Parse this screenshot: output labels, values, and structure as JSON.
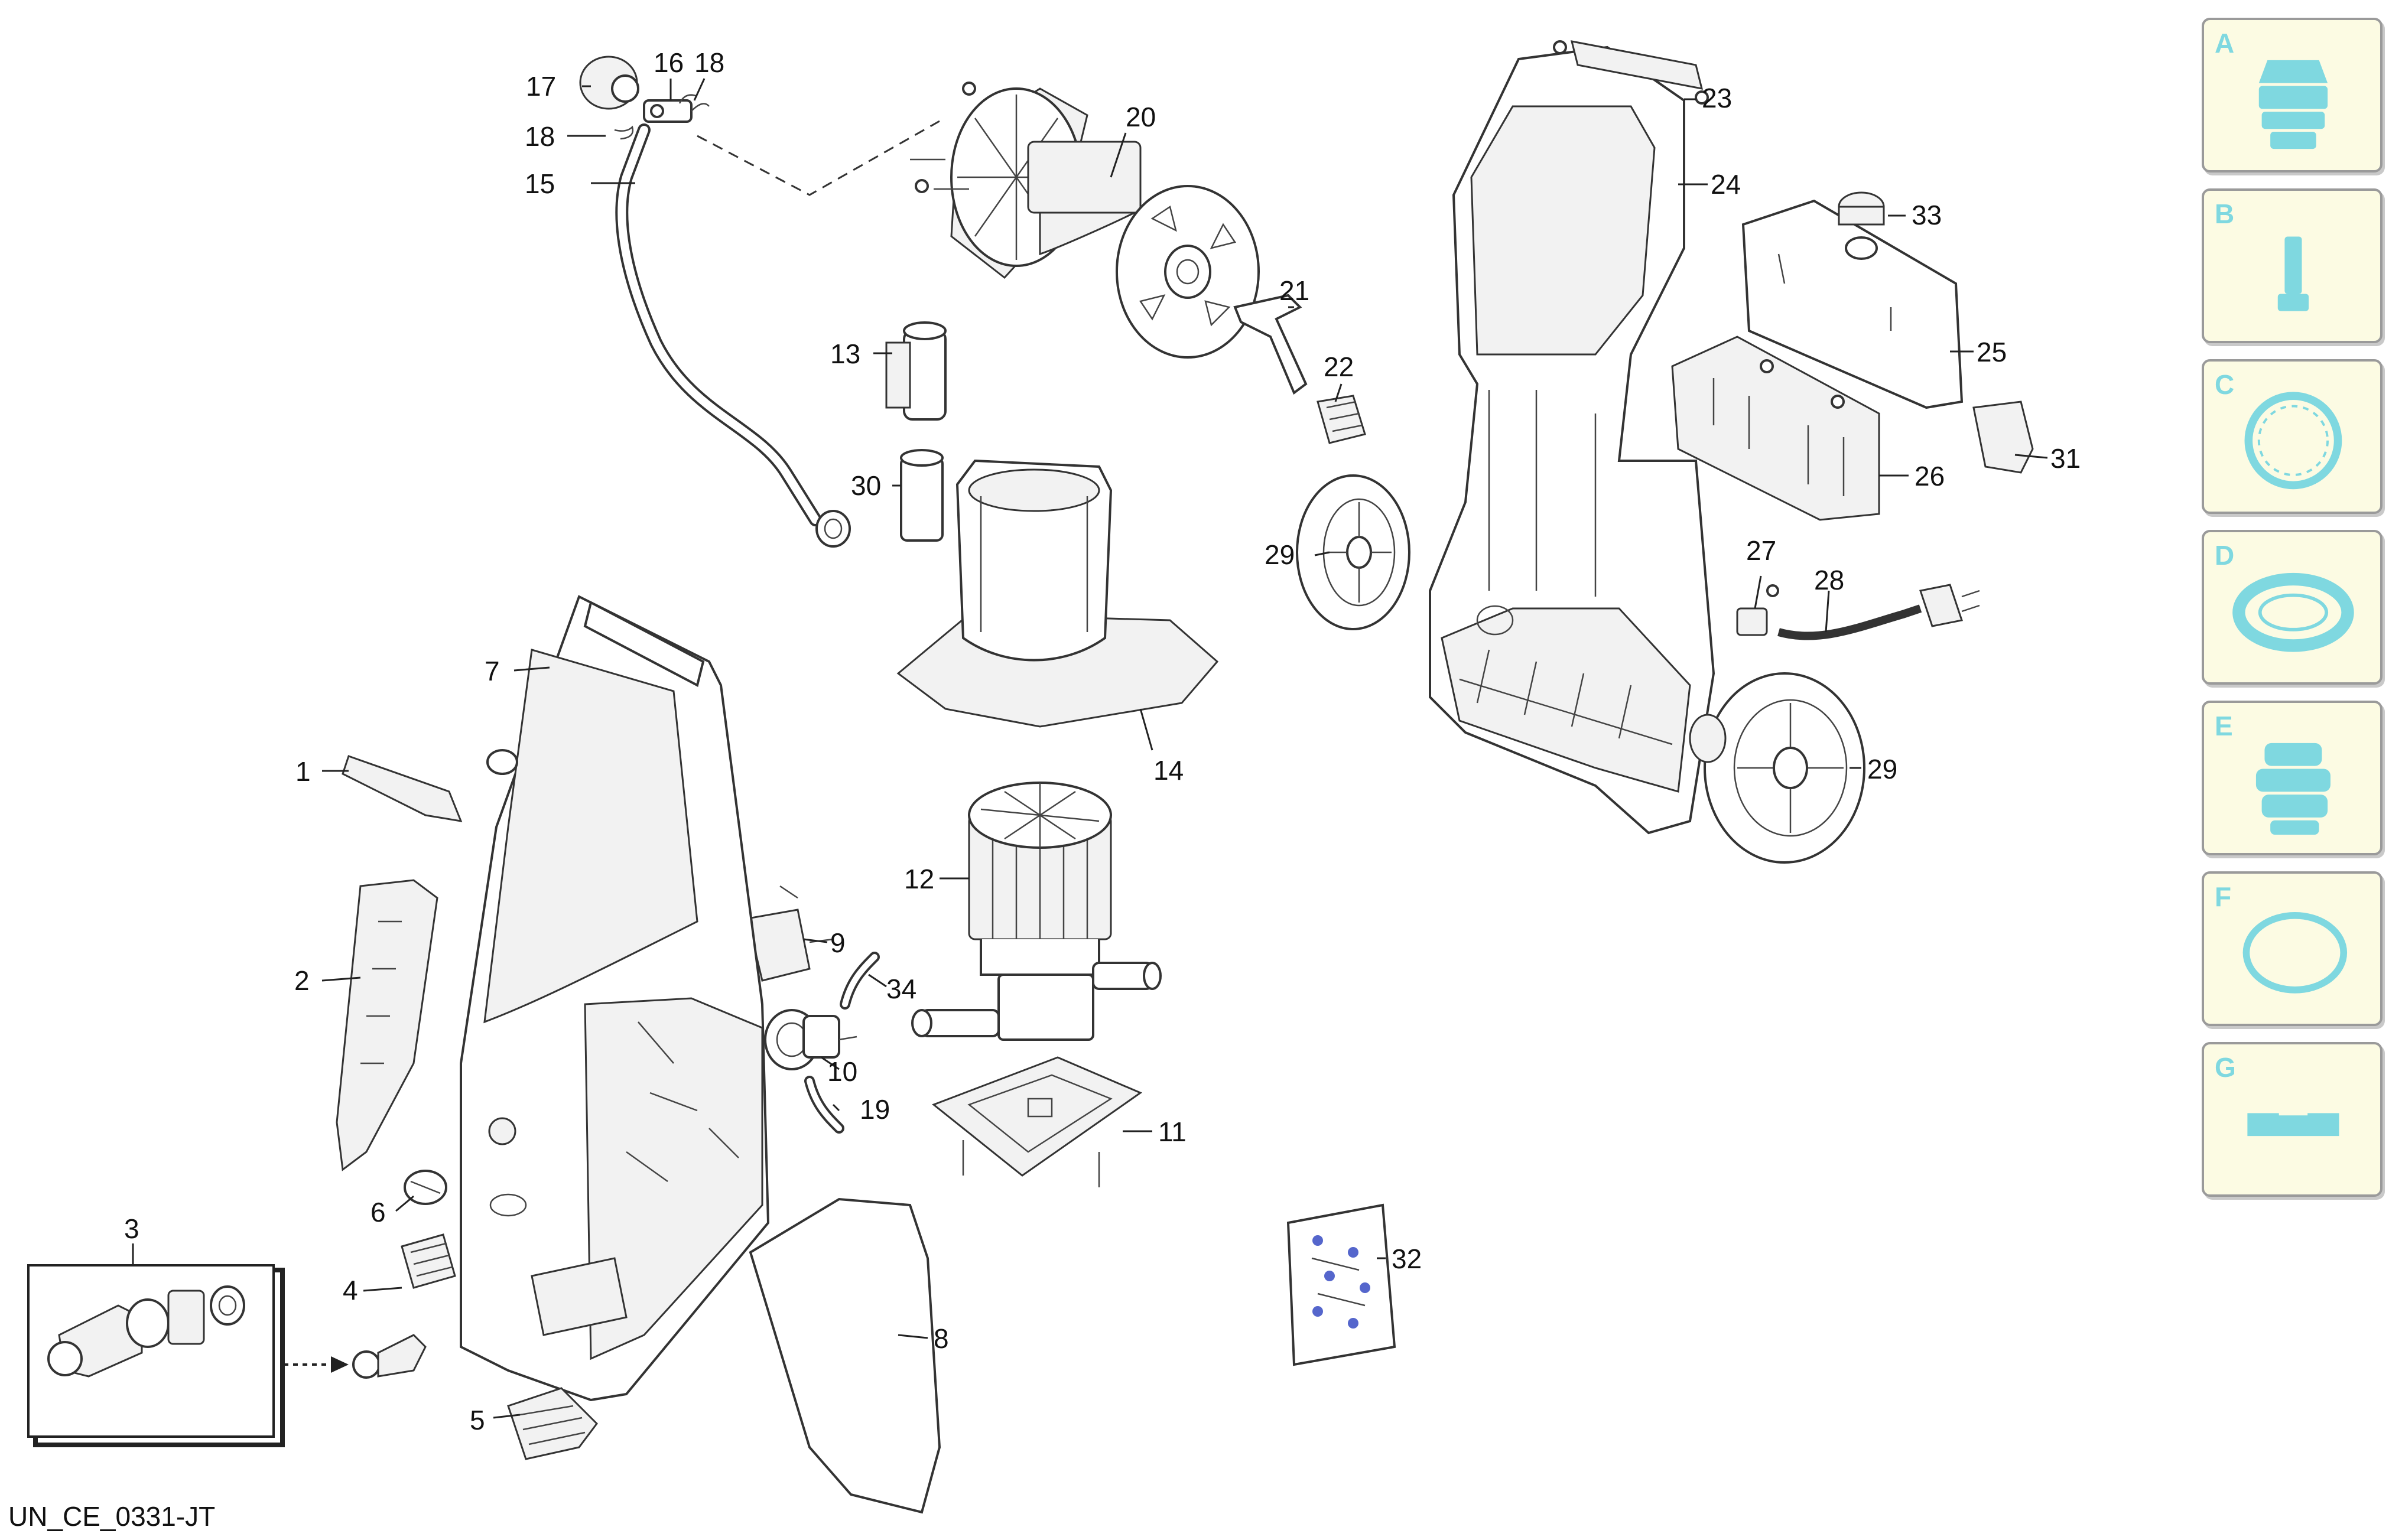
{
  "diagram_code": "UN_CE_0331-JT",
  "callouts": [
    "1",
    "2",
    "3",
    "4",
    "5",
    "6",
    "7",
    "8",
    "9",
    "10",
    "11",
    "12",
    "13",
    "14",
    "15",
    "16",
    "17",
    "18",
    "18",
    "19",
    "20",
    "21",
    "22",
    "23",
    "24",
    "25",
    "26",
    "27",
    "28",
    "29",
    "29",
    "30",
    "31",
    "32",
    "33",
    "34"
  ],
  "categories": [
    {
      "letter": "A",
      "icon": "pump-head-icon"
    },
    {
      "letter": "B",
      "icon": "piston-icon"
    },
    {
      "letter": "C",
      "icon": "seal-ring-icon"
    },
    {
      "letter": "D",
      "icon": "gasket-icon"
    },
    {
      "letter": "E",
      "icon": "valve-icon"
    },
    {
      "letter": "F",
      "icon": "o-ring-icon"
    },
    {
      "letter": "G",
      "icon": "plate-icon"
    }
  ],
  "colors": {
    "category_bg": "#fcfbe3",
    "category_icon": "#7fd8e0",
    "line": "#222222"
  }
}
